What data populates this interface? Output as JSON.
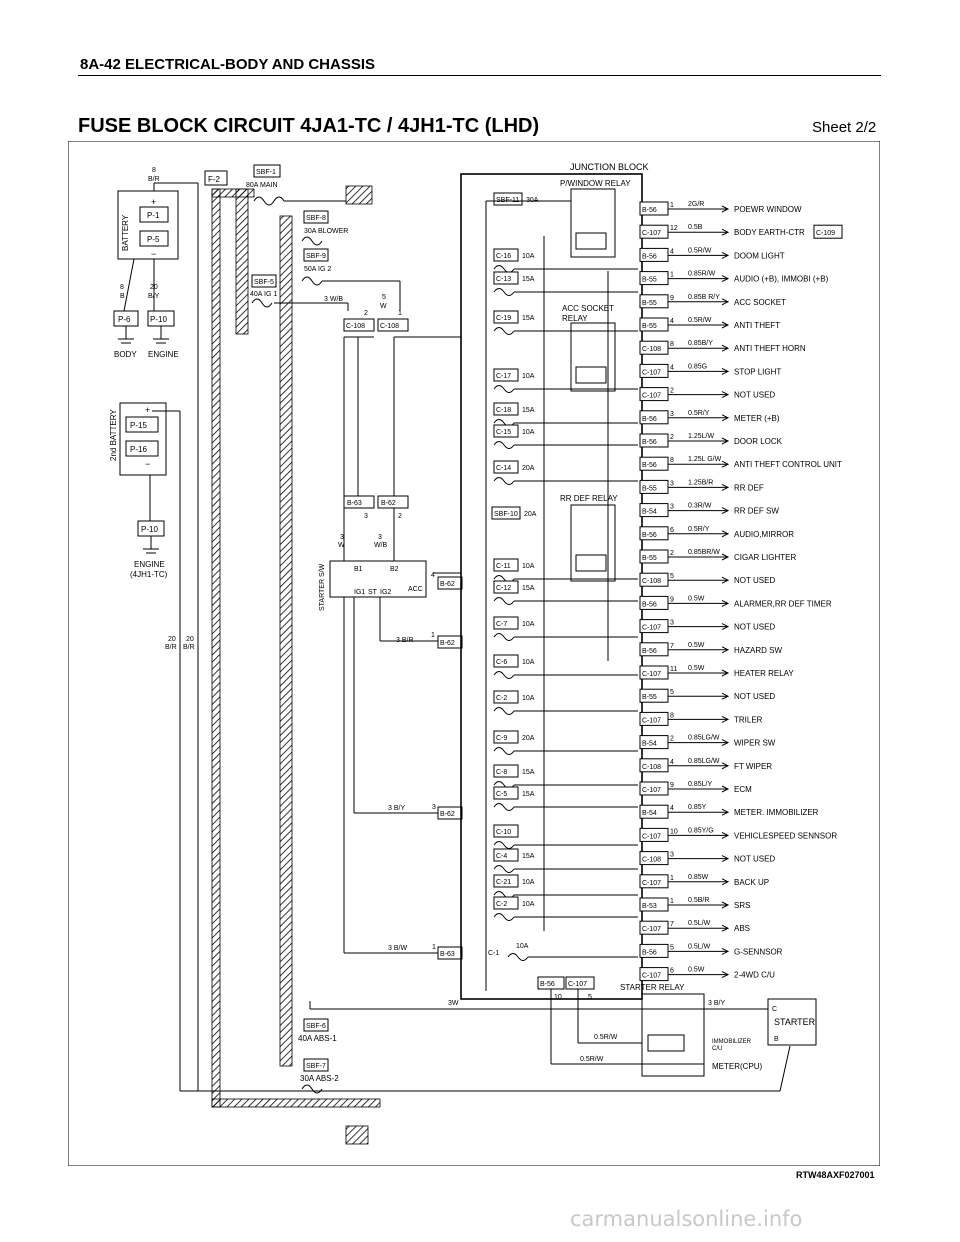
{
  "header": {
    "section": "8A-42 ELECTRICAL-BODY AND CHASSIS"
  },
  "title": "FUSE BLOCK CIRCUIT 4JA1-TC / 4JH1-TC (LHD)",
  "sheet": "Sheet 2/2",
  "figure_code": "RTW48AXF027001",
  "watermark": "carmanualsonline.info",
  "junction_block_label": "JUNCTION BLOCK",
  "relays": {
    "pwindow": "P/WINDOW RELAY",
    "acc_socket": "ACC SOCKET",
    "acc_socket2": "RELAY",
    "rr_def": "RR DEF RELAY",
    "starter": "STARTER RELAY"
  },
  "left": {
    "battery": "BATTERY",
    "p1": "P-1",
    "p5": "P-5",
    "p6": "P-6",
    "p10": "P-10",
    "body": "BODY",
    "engine": "ENGINE",
    "w8": "8",
    "w8c": "B/R",
    "w8b": "8",
    "w8bc": "B",
    "w20": "20",
    "w20c": "B/Y",
    "battery2": "2nd BATTERY",
    "p15": "P-15",
    "p16": "P-16",
    "p10b": "P-10",
    "engine2": "ENGINE",
    "engine2b": "(4JH1-TC)",
    "f2": "F-2",
    "w20a": "20",
    "w20ac": "B/R",
    "w20b": "20",
    "w20bc": "B/R",
    "plus": "+",
    "minus": "−"
  },
  "sbf": {
    "sbf1": "SBF-1",
    "sbf1v": "80A MAIN",
    "sbf8": "SBF-8",
    "sbf8v": "30A BLOWER",
    "sbf9": "SBF-9",
    "sbf9v": "50A  IG 2",
    "sbf5": "SBF-5",
    "sbf5v": "40A IG 1",
    "sbf6": "SBF-6",
    "sbf6v": "40A ABS-1",
    "sbf7": "SBF-7",
    "sbf7v": "30A ABS-2",
    "sbf11": "SBF-11",
    "sbf11v": "30A",
    "sbf10": "SBF-10",
    "sbf10v": "20A"
  },
  "starter_sw": {
    "label": "STARTER S/W",
    "b1": "B1",
    "b2": "B2",
    "ig1": "IG1",
    "st": "ST",
    "ig2": "IG2",
    "acc": "ACC",
    "w3": "3",
    "w3c": "W",
    "w3b": "3",
    "w3bc": "W/B",
    "b63": "B-63",
    "b62": "B-62",
    "n3": "3",
    "n2": "2",
    "p4": "4",
    "b62a": "B-62",
    "p1": "1",
    "b62b": "B-62",
    "w3br": "3 B/R",
    "p3": "3",
    "b62c": "B-62",
    "w3by": "3 B/Y",
    "p1b": "1",
    "b63b": "B-63",
    "w3bw": "3 B/W",
    "c108a": "C-108",
    "c108b": "C-108",
    "n2b": "2",
    "n1": "1",
    "w3wb": "3 W/B",
    "w5": "5",
    "w5c": "W"
  },
  "fuses": [
    {
      "name": "C-16",
      "amp": "10A"
    },
    {
      "name": "C-13",
      "amp": "15A"
    },
    {
      "name": "C-19",
      "amp": "15A"
    },
    {
      "name": "C-17",
      "amp": "10A"
    },
    {
      "name": "C-18",
      "amp": "15A"
    },
    {
      "name": "C-15",
      "amp": "10A"
    },
    {
      "name": "C-14",
      "amp": "20A"
    },
    {
      "name": "C-11",
      "amp": "10A"
    },
    {
      "name": "C-12",
      "amp": "15A"
    },
    {
      "name": "C-7",
      "amp": "10A"
    },
    {
      "name": "C-6",
      "amp": "10A"
    },
    {
      "name": "C-2",
      "amp": "10A"
    },
    {
      "name": "C-9",
      "amp": "20A"
    },
    {
      "name": "C-8",
      "amp": "15A"
    },
    {
      "name": "C-5",
      "amp": "15A"
    },
    {
      "name": "C-10",
      "amp": ""
    },
    {
      "name": "C-4",
      "amp": "15A"
    },
    {
      "name": "C-21",
      "amp": "10A"
    },
    {
      "name": "C-2",
      "amp": "10A"
    },
    {
      "name": "C-1",
      "amp": "10A"
    }
  ],
  "outputs": [
    {
      "conn": "B-56",
      "pin": "1",
      "wire": "2G/R",
      "label": "POEWR WINDOW",
      "extra": ""
    },
    {
      "conn": "C-107",
      "pin": "12",
      "wire": "0.5B",
      "label": "BODY EARTH-CTR",
      "extra": "C-109"
    },
    {
      "conn": "B-56",
      "pin": "4",
      "wire": "0.5R/W",
      "label": "DOOM LIGHT",
      "extra": ""
    },
    {
      "conn": "B-55",
      "pin": "1",
      "wire": "0.85R/W",
      "label": "AUDIO (+B), IMMOBI (+B)",
      "extra": ""
    },
    {
      "conn": "B-55",
      "pin": "9",
      "wire": "0.85B R/Y",
      "label": "ACC SOCKET",
      "extra": ""
    },
    {
      "conn": "B-55",
      "pin": "4",
      "wire": "0.5R/W",
      "label": "ANTI THEFT",
      "extra": ""
    },
    {
      "conn": "C-108",
      "pin": "8",
      "wire": "0.85B/Y",
      "label": "ANTI THEFT HORN",
      "extra": ""
    },
    {
      "conn": "C-107",
      "pin": "4",
      "wire": "0.85G",
      "label": "STOP LIGHT",
      "extra": ""
    },
    {
      "conn": "C-107",
      "pin": "2",
      "wire": "",
      "label": "NOT USED",
      "extra": ""
    },
    {
      "conn": "B-56",
      "pin": "3",
      "wire": "0.5R/Y",
      "label": "METER (+B)",
      "extra": ""
    },
    {
      "conn": "B-56",
      "pin": "2",
      "wire": "1.25L/W",
      "label": "DOOR LOCK",
      "extra": ""
    },
    {
      "conn": "B-56",
      "pin": "8",
      "wire": "1.25L G/W",
      "label": "ANTI THEFT CONTROL UNIT",
      "extra": ""
    },
    {
      "conn": "B-55",
      "pin": "3",
      "wire": "1.25B/R",
      "label": "RR DEF",
      "extra": ""
    },
    {
      "conn": "B-54",
      "pin": "3",
      "wire": "0.3R/W",
      "label": "RR DEF SW",
      "extra": ""
    },
    {
      "conn": "B-56",
      "pin": "6",
      "wire": "0.5R/Y",
      "label": "AUDIO,MIRROR",
      "extra": ""
    },
    {
      "conn": "B-55",
      "pin": "2",
      "wire": "0.85BR/W",
      "label": "CIGAR LIGHTER",
      "extra": ""
    },
    {
      "conn": "C-108",
      "pin": "5",
      "wire": "",
      "label": "NOT USED",
      "extra": ""
    },
    {
      "conn": "B-56",
      "pin": "9",
      "wire": "0.5W",
      "label": "ALARMER,RR DEF TIMER",
      "extra": ""
    },
    {
      "conn": "C-107",
      "pin": "3",
      "wire": "",
      "label": "NOT USED",
      "extra": ""
    },
    {
      "conn": "B-56",
      "pin": "7",
      "wire": "0.5W",
      "label": "HAZARD SW",
      "extra": ""
    },
    {
      "conn": "C-107",
      "pin": "11",
      "wire": "0.5W",
      "label": "HEATER RELAY",
      "extra": ""
    },
    {
      "conn": "B-55",
      "pin": "5",
      "wire": "",
      "label": "NOT USED",
      "extra": ""
    },
    {
      "conn": "C-107",
      "pin": "8",
      "wire": "",
      "label": "TRILER",
      "extra": ""
    },
    {
      "conn": "B-54",
      "pin": "2",
      "wire": "0.85LG/W",
      "label": "WIPER SW",
      "extra": ""
    },
    {
      "conn": "C-108",
      "pin": "4",
      "wire": "0.85LG/W",
      "label": "FT WIPER",
      "extra": ""
    },
    {
      "conn": "C-107",
      "pin": "9",
      "wire": "0.85L/Y",
      "label": "ECM",
      "extra": ""
    },
    {
      "conn": "B-54",
      "pin": "4",
      "wire": "0.85Y",
      "label": "METER. IMMOBILIZER",
      "extra": ""
    },
    {
      "conn": "C-107",
      "pin": "10",
      "wire": "0.85Y/G",
      "label": "VEHICLESPEED SENNSOR",
      "extra": ""
    },
    {
      "conn": "C-108",
      "pin": "3",
      "wire": "",
      "label": "NOT USED",
      "extra": ""
    },
    {
      "conn": "C-107",
      "pin": "1",
      "wire": "0.85W",
      "label": "BACK UP",
      "extra": ""
    },
    {
      "conn": "B-53",
      "pin": "1",
      "wire": "0.5B/R",
      "label": "SRS",
      "extra": ""
    },
    {
      "conn": "C-107",
      "pin": "7",
      "wire": "0.5L/W",
      "label": "ABS",
      "extra": ""
    },
    {
      "conn": "B-56",
      "pin": "5",
      "wire": "0.5L/W",
      "label": "G-SENNSOR",
      "extra": ""
    },
    {
      "conn": "C-107",
      "pin": "6",
      "wire": "0.5W",
      "label": "2-4WD C/U",
      "extra": ""
    }
  ],
  "bottom": {
    "b56": "B-56",
    "c107": "C-107",
    "n10": "10",
    "n5": "5",
    "w3w": "3W",
    "w3by": "3 B/Y",
    "starter_c": "C",
    "starter": "STARTER",
    "starter_b": "B",
    "w05rw": "0.5R/W",
    "w05rw2": "0.5R/W",
    "immob": "IMMOBILIZER",
    "immob2": "C/U",
    "meter": "METER(CPU)"
  }
}
